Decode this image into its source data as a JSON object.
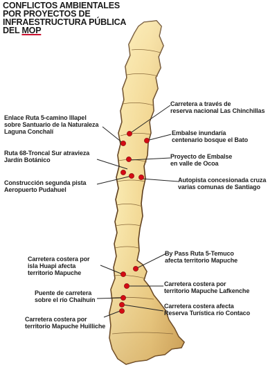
{
  "title": {
    "line1": "CONFLICTOS AMBIENTALES",
    "line2": "POR PROYECTOS DE",
    "line3": "INFRAESTRUCTURA PÚBLICA",
    "line4_prefix": "DEL ",
    "line4_mop": "MOP"
  },
  "colors": {
    "land_light": "#f6e6a8",
    "land_dark": "#d9b36a",
    "border": "#5a3a1a",
    "marker": "#d40b14",
    "leader": "#222222"
  },
  "labels": {
    "chinchillas": "Carretera a través de\nreserva nacional Las Chinchillas",
    "illapel": "Enlace Ruta 5-camino Illapel\nsobre Santuario de la Naturaleza\nLaguna Conchalí",
    "bato": "Embalse inundaría\ncentenario bosque el Bato",
    "ruta68": "Ruta 68-Troncal Sur atravieza\nJardín Botánico",
    "ocoa": "Proyecto de Embalse\nen valle de Ocoa",
    "pudahuel": "Construcción segunda pista\nAeropuerto Pudahuel",
    "santiago": "Autopista concesionada cruza\nvarias comunas de Santiago",
    "temuco": "By Pass Ruta 5-Temuco\nafecta territorio Mapuche",
    "huapi": "Carretera costera por\nisla Huapi afecta\nterritorio Mapuche",
    "lafkenche": "Carretera costera por\nterritorio Mapuche Lafkenche",
    "chaihuin": "Puente de carretera\nsobre el río Chaihuín",
    "contaco": "Carretera costera afecta\nReserva Turística río Contaco",
    "huilliche": "Carretera costera por\nterritorio Mapuche Huilliche"
  }
}
